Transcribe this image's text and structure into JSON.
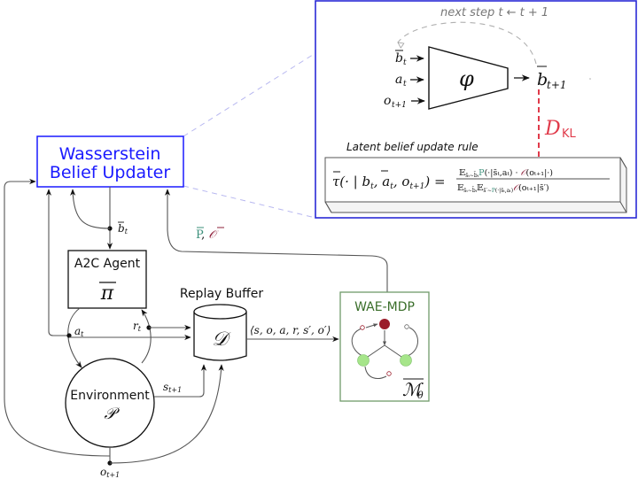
{
  "colors": {
    "updater_blue": "#1a1aff",
    "inset_border": "#2a2ad6",
    "kl_red": "#e03a4a",
    "wae_green": "#3a6e2a",
    "wae_border": "#6f9a6a",
    "p_teal": "#3b8f7a",
    "o_maroon": "#8e1f3a",
    "node_dark_red": "#9b1c2a",
    "node_green": "#a6e58a",
    "dashed_gray": "#b0b0b0",
    "zoom_line": "#b8b8f0"
  },
  "nodes": {
    "updater": {
      "line1": "Wasserstein",
      "line2": "Belief Updater"
    },
    "agent": {
      "title": "A2C Agent",
      "symbol": "π"
    },
    "buffer": {
      "title": "Replay Buffer",
      "symbol": "𝒟"
    },
    "environment": {
      "title": "Environment",
      "symbol": "𝒫"
    },
    "wae": {
      "title": "WAE-MDP",
      "symbol": "ℳ",
      "subscript": "θ"
    }
  },
  "edge_labels": {
    "belief": "b",
    "belief_sub": "t",
    "action": "a",
    "action_sub": "t",
    "reward": "r",
    "reward_sub": "t",
    "next_state": "s",
    "next_state_sub": "t+1",
    "observation": "o",
    "observation_sub": "t+1",
    "transition_tuple": "⟨s, o, a, r, s′, o′⟩",
    "models_p": "P",
    "models_sep": ",",
    "models_o": "𝒪"
  },
  "inset": {
    "next_step_label": "next step t ← t + 1",
    "inputs": [
      {
        "var": "b",
        "sub": "t",
        "bar": true
      },
      {
        "var": "a",
        "sub": "t",
        "bar": false
      },
      {
        "var": "o",
        "sub": "t+1",
        "bar": false
      }
    ],
    "encoder_symbol": "φ",
    "output": {
      "var": "b",
      "sub": "t+1"
    },
    "divergence": {
      "main": "D",
      "sub": "KL"
    },
    "rule_title": "Latent belief update rule",
    "rule_lhs": "τ(· | b",
    "rule_lhs_sub": "t",
    "rule_lhs_rest": ", a",
    "rule_lhs_rest_sub": "t",
    "rule_lhs_tail": ", o",
    "rule_lhs_tail_sub": "t+1",
    "rule_lhs_close": ") =",
    "rule_numerator": {
      "expect": "𝔼",
      "expect_sub": "s̄ₜ∼b̄ₜ",
      "p": "P",
      "p_args": "(·|s̄ₜ,aₜ) · ",
      "o": "𝒪",
      "o_args": "(oₜ₊₁|·)"
    },
    "rule_denominator": {
      "expect1": "𝔼",
      "expect1_sub": "s̄ₜ∼b̄ₜ",
      "expect2": "𝔼",
      "expect2_sub_a": "s̄′∼",
      "expect2_sub_p": "P",
      "expect2_sub_b": "(·|s̄ₜ,aₜ)",
      "o": "𝒪",
      "o_args": "(oₜ₊₁|s̄′)"
    }
  }
}
